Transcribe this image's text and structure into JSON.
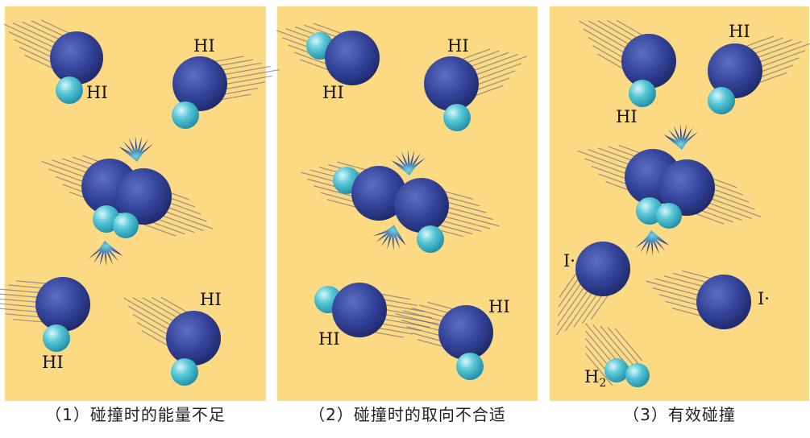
{
  "colors": {
    "panel_bg": "#fcd983",
    "iodine_atom": "#2f3f8f",
    "hydrogen_atom": "#4fc0cf",
    "motion_streak": "#4a4f82",
    "spark": "#1f2d6e"
  },
  "panels": [
    {
      "caption": "（1）碰撞时的能量不足",
      "labels": [
        "HI",
        "HI",
        "HI",
        "HI"
      ]
    },
    {
      "caption": "（2）碰撞时的取向不合适",
      "labels": [
        "HI",
        "HI",
        "HI",
        "HI"
      ]
    },
    {
      "caption": "（3）有效碰撞",
      "labels": [
        "HI",
        "HI",
        "I·",
        "I·"
      ],
      "h2_label": {
        "base": "H",
        "sub": "2"
      }
    }
  ]
}
